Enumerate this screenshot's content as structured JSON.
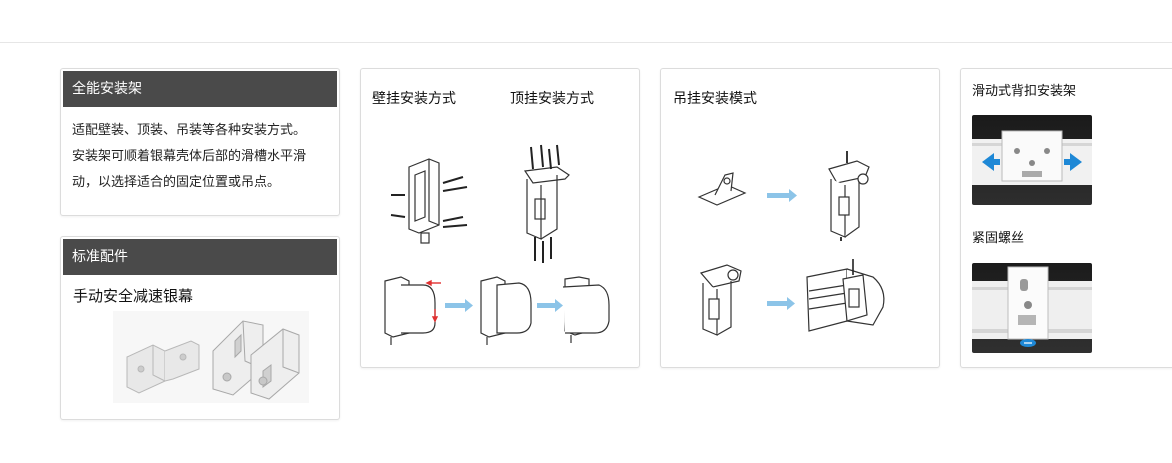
{
  "card1": {
    "header": "全能安装架",
    "lines": [
      "适配壁装、顶装、吊装等各种安装方式。",
      "安装架可顺着银幕壳体后部的滑槽水平滑",
      "动，以选择适合的固定位置或吊点。"
    ]
  },
  "card2": {
    "header": "标准配件",
    "subtitle": "手动安全减速银幕"
  },
  "card3": {
    "wall_label": "壁挂安装方式",
    "ceiling_label": "顶挂安装方式"
  },
  "card4": {
    "label": "吊挂安装模式"
  },
  "card5": {
    "slide_label": "滑动式背扣安装架",
    "screw_label": "紧固螺丝"
  },
  "colors": {
    "header_bg": "#4a4a4a",
    "arrow_blue": "#8cc4e8",
    "accent_red": "#e03030",
    "photo_blue": "#1e88d6"
  }
}
